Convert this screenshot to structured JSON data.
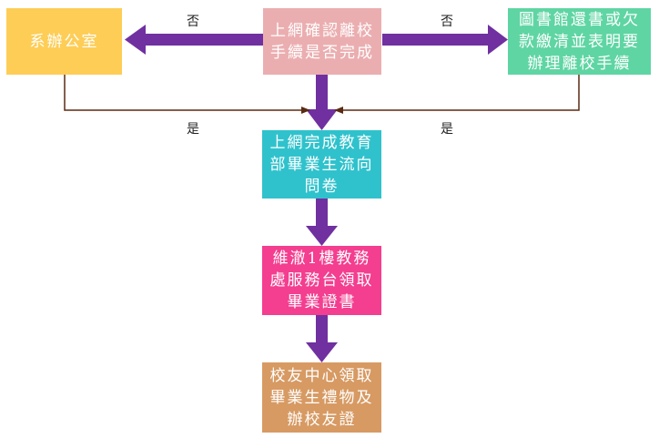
{
  "nodes": {
    "start": {
      "text": "上網確認離校\n手續是否完成",
      "color": "#ebaeb0"
    },
    "dept_office": {
      "text": "系辦公室",
      "color": "#fdcd56"
    },
    "library": {
      "text": "圖書館還書或欠\n款繳清並表明要\n辦理離校手續",
      "color": "#5fd5a3"
    },
    "survey": {
      "text": "上網完成教育\n部畢業生流向\n問卷",
      "color": "#2fc2cc"
    },
    "diploma": {
      "text": "維澈1樓教務\n處服務台領取\n畢業證書",
      "color": "#f43e8f"
    },
    "alumni": {
      "text": "校友中心領取\n畢業生禮物及\n辦校友證",
      "color": "#d79a63"
    }
  },
  "edges": {
    "no_left": "否",
    "no_right": "否",
    "yes_left": "是",
    "yes_right": "是"
  },
  "colors": {
    "arrow": "#7030a0",
    "thin_arrow": "#5a2a12"
  }
}
